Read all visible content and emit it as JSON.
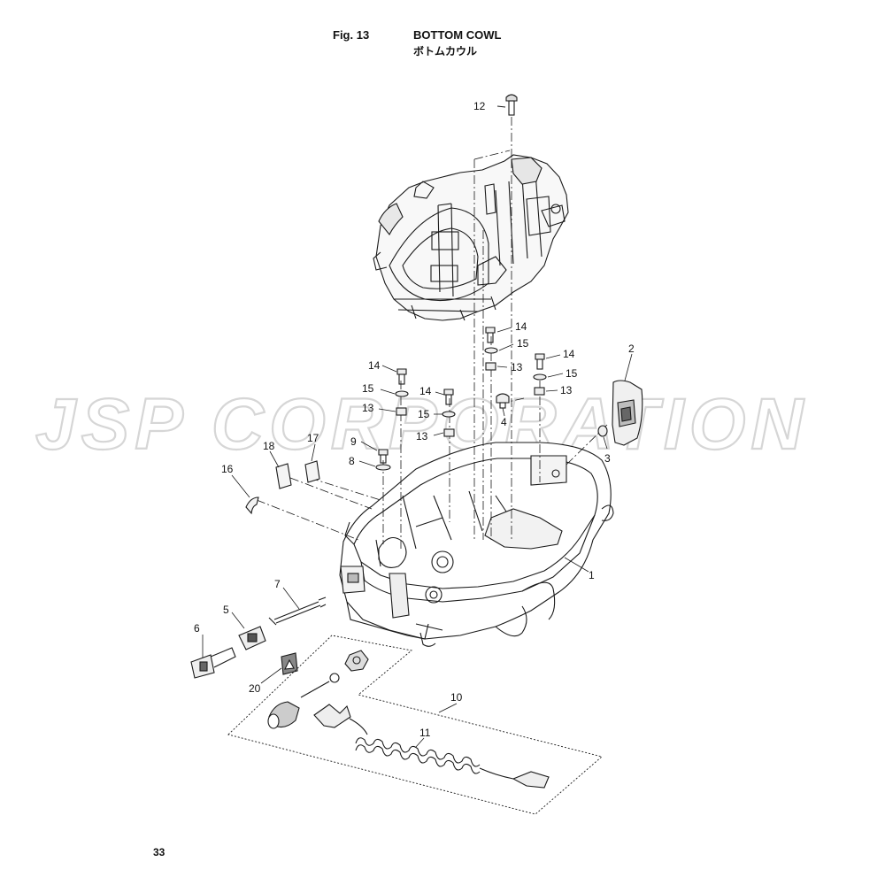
{
  "header": {
    "figure_label": "Fig. 13",
    "title_en": "BOTTOM COWL",
    "title_jp": "ボトムカウル"
  },
  "watermark": {
    "text": "JSP CORPORATION"
  },
  "callouts": {
    "c1": "1",
    "c2": "2",
    "c3": "3",
    "c4": "4",
    "c5": "5",
    "c6": "6",
    "c7": "7",
    "c8": "8",
    "c9": "9",
    "c10": "10",
    "c11": "11",
    "c12": "12",
    "c13a": "13",
    "c13b": "13",
    "c13c": "13",
    "c13d": "13",
    "c14a": "14",
    "c14b": "14",
    "c14c": "14",
    "c14d": "14",
    "c15a": "15",
    "c15b": "15",
    "c15c": "15",
    "c15d": "15",
    "c16": "16",
    "c17": "17",
    "c18": "18",
    "c20": "20"
  },
  "footer": {
    "page_number": "33"
  },
  "colors": {
    "line": "#1a1a1a",
    "watermark": "#d6d6d6",
    "fill_light": "#f4f4f4",
    "fill_dark": "#9a9a9a"
  }
}
